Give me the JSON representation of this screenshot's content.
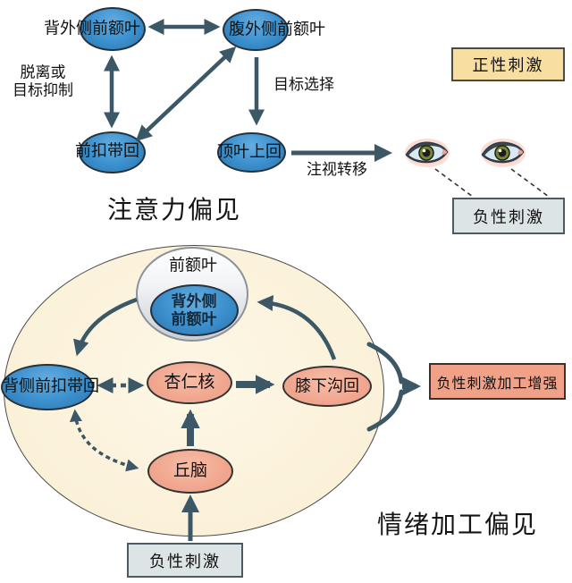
{
  "top": {
    "title": "注意力偏见",
    "nodes": {
      "dlpfc": "背外侧前额叶",
      "vlpfc": "腹外侧前额叶",
      "acc": "前扣带回",
      "spl": "顶叶上回"
    },
    "labels": {
      "disengage_line1": "脱离或",
      "disengage_line2": "目标抑制",
      "target_select": "目标选择",
      "gaze_shift": "注视转移"
    },
    "boxes": {
      "positive_stimulus": "正性刺激",
      "negative_stimulus": "负性刺激"
    }
  },
  "bottom": {
    "title": "情绪加工偏见",
    "nodes": {
      "pfc": "前额叶",
      "dlpfc_line1": "背外侧",
      "dlpfc_line2": "前额叶",
      "dacc": "背侧前扣带回",
      "amygdala": "杏仁核",
      "subgenual": "膝下沟回",
      "thalamus": "丘脑"
    },
    "boxes": {
      "negative_stimulus": "负性刺激",
      "enhanced_processing": "负性刺激加工增强"
    }
  },
  "colors": {
    "arrow": "#3c5866",
    "node_blue": "#3e93d0",
    "node_salmon": "#f1a78f",
    "background_ellipse": "#fbf1d9",
    "box_positive": "#f8dfa1",
    "box_negative": "#dde4e6",
    "box_enhanced": "#f0a188"
  }
}
